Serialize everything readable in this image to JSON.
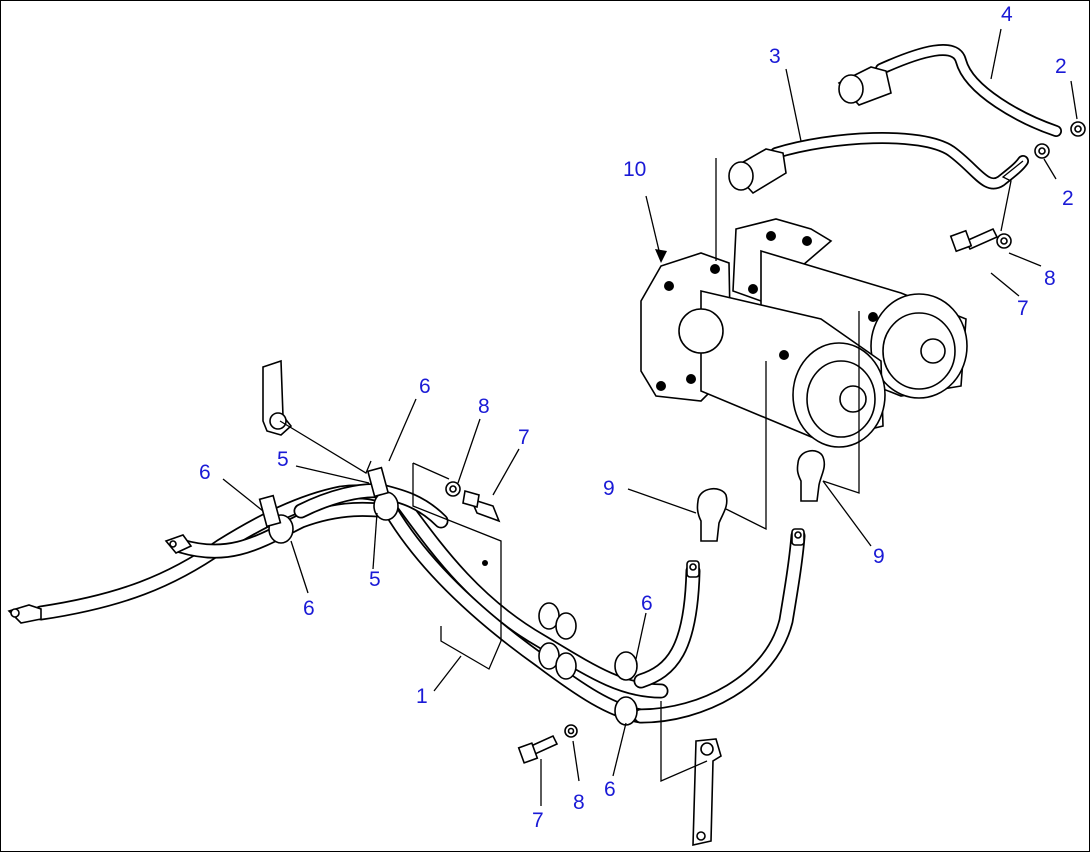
{
  "diagram": {
    "callouts": [
      {
        "id": "c1",
        "text": "1"
      },
      {
        "id": "c2a",
        "text": "2"
      },
      {
        "id": "c2b",
        "text": "2"
      },
      {
        "id": "c3",
        "text": "3"
      },
      {
        "id": "c4",
        "text": "4"
      },
      {
        "id": "c5a",
        "text": "5"
      },
      {
        "id": "c5b",
        "text": "5"
      },
      {
        "id": "c6a",
        "text": "6"
      },
      {
        "id": "c6b",
        "text": "6"
      },
      {
        "id": "c6c",
        "text": "6"
      },
      {
        "id": "c6d",
        "text": "6"
      },
      {
        "id": "c6e",
        "text": "6"
      },
      {
        "id": "c7a",
        "text": "7"
      },
      {
        "id": "c7b",
        "text": "7"
      },
      {
        "id": "c7c",
        "text": "7"
      },
      {
        "id": "c8a",
        "text": "8"
      },
      {
        "id": "c8b",
        "text": "8"
      },
      {
        "id": "c8c",
        "text": "8"
      },
      {
        "id": "c9a",
        "text": "9"
      },
      {
        "id": "c9b",
        "text": "9"
      },
      {
        "id": "c10",
        "text": "10"
      }
    ],
    "label_color": "#1a1ad6"
  }
}
